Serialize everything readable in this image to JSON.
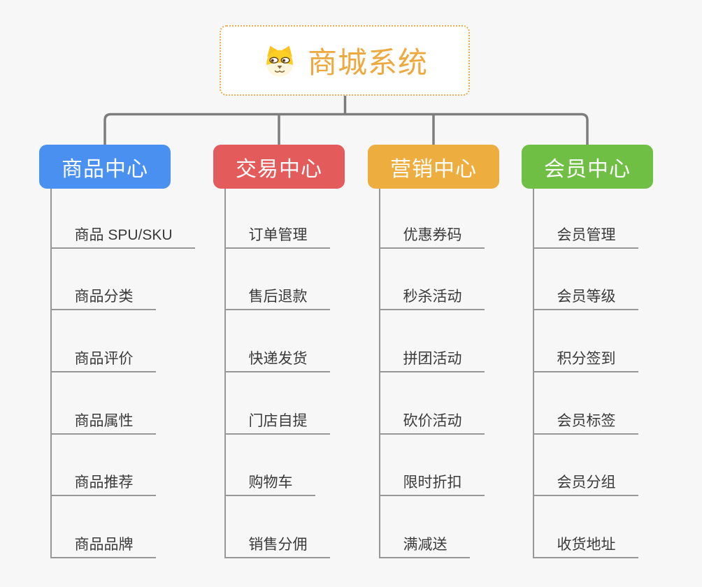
{
  "root": {
    "title": "商城系统"
  },
  "branches": [
    {
      "label": "商品中心",
      "color": "#4a90f0",
      "items": [
        "商品 SPU/SKU",
        "商品分类",
        "商品评价",
        "商品属性",
        "商品推荐",
        "商品品牌"
      ]
    },
    {
      "label": "交易中心",
      "color": "#e45b5b",
      "items": [
        "订单管理",
        "售后退款",
        "快递发货",
        "门店自提",
        "购物车",
        "销售分佣"
      ]
    },
    {
      "label": "营销中心",
      "color": "#edad3f",
      "items": [
        "优惠券码",
        "秒杀活动",
        "拼团活动",
        "砍价活动",
        "限时折扣",
        "满减送"
      ]
    },
    {
      "label": "会员中心",
      "color": "#6fbf45",
      "items": [
        "会员管理",
        "会员等级",
        "积分签到",
        "会员标签",
        "会员分组",
        "收货地址"
      ]
    }
  ],
  "colors": {
    "background": "#f7f7f7",
    "connector": "#7d7d7d",
    "item_line": "#979797",
    "item_text": "#3a3a3a",
    "root_border": "#f0ac55",
    "root_title": "#eda83e"
  }
}
